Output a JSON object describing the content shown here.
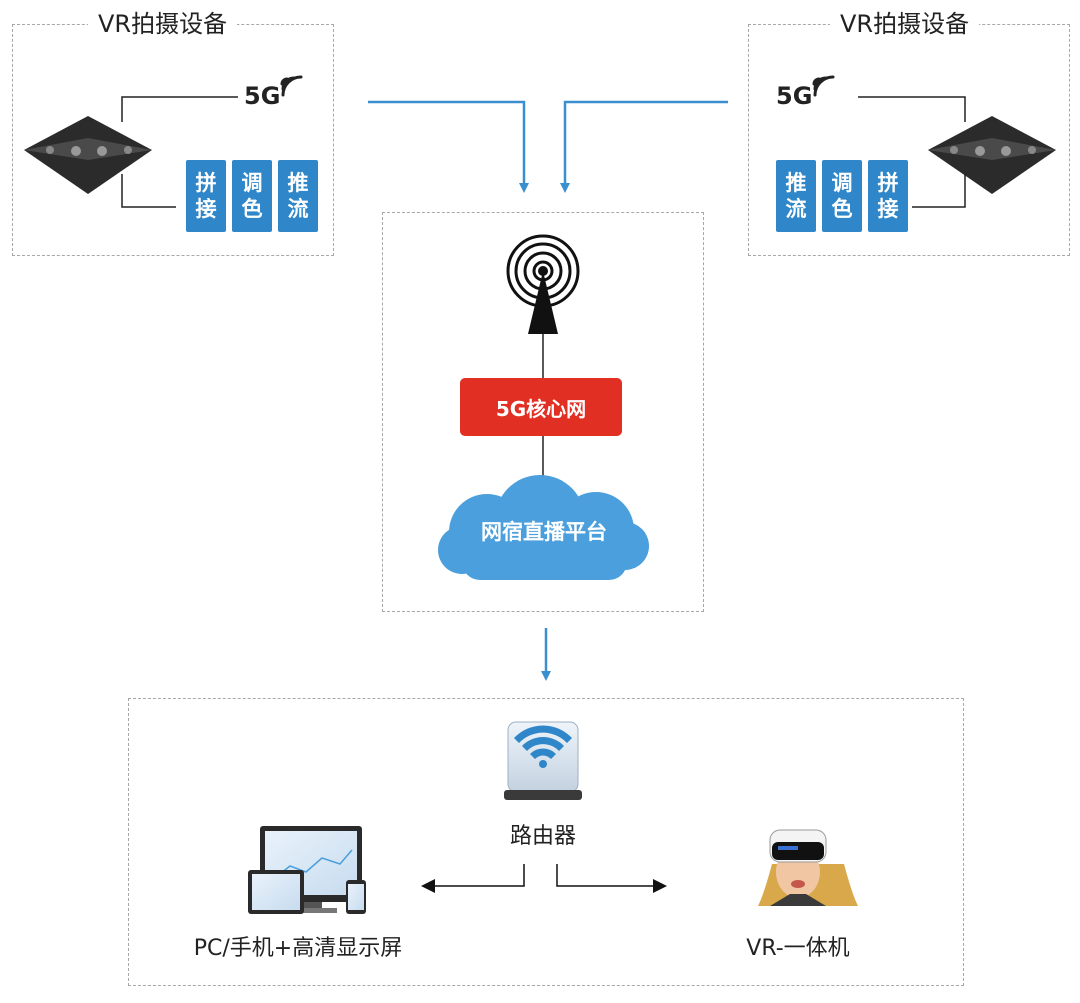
{
  "left_device": {
    "title": "VR拍摄设备",
    "signal_label": "5G",
    "tiles": [
      {
        "line1": "拼",
        "line2": "接"
      },
      {
        "line1": "调",
        "line2": "色"
      },
      {
        "line1": "推",
        "line2": "流"
      }
    ]
  },
  "right_device": {
    "title": "VR拍摄设备",
    "signal_label": "5G",
    "tiles": [
      {
        "line1": "推",
        "line2": "流"
      },
      {
        "line1": "调",
        "line2": "色"
      },
      {
        "line1": "拼",
        "line2": "接"
      }
    ]
  },
  "center": {
    "core_network_label": "5G核心网",
    "platform_label": "网宿直播平台"
  },
  "bottom": {
    "router_label": "路由器",
    "pc_label": "PC/手机+高清显示屏",
    "vr_label": "VR-一体机"
  },
  "colors": {
    "accent_blue": "#3a8fcf",
    "tile_blue": "#2f86c9",
    "core_red": "#e12f24",
    "cloud_blue": "#4a9fdc"
  }
}
